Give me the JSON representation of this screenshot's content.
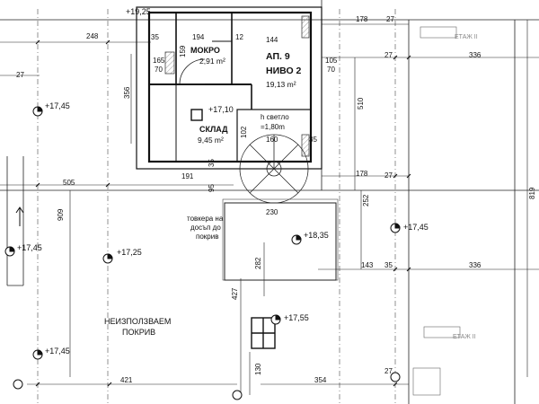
{
  "colors": {
    "ink": "#111111",
    "grid": "#777777",
    "hatch": "#bbbbbb",
    "background": "#ffffff"
  },
  "apartment": {
    "label": "АП. 9",
    "level": "НИВО 2",
    "area": "19,13 m²"
  },
  "rooms": {
    "mokro": {
      "name": "МОКРО",
      "area": "2,91 m²"
    },
    "sklad": {
      "name": "СКЛАД",
      "area": "9,45 m²"
    },
    "roof": {
      "line1": "НЕИЗПОЛЗВАЕМ",
      "line2": "ПОКРИВ"
    }
  },
  "notes": {
    "clear_height_1": "h светло",
    "clear_height_2": "=1,80m",
    "beam_1": "товкера на",
    "beam_2": "досъп до",
    "beam_3": "покрив",
    "neighbour_upper": "ЕТАЖ II",
    "neighbour_lower": "ЕТАЖ II"
  },
  "levels": {
    "top": "+19,25",
    "left_upper": "+17,45",
    "inner": "+17,10",
    "left_mid": "+17,45",
    "center_mid": "+17,25",
    "terrace": "+18,35",
    "right_mid": "+17,45",
    "stair_low": "+17,55",
    "left_low": "+17,45"
  },
  "dimensions": {
    "d248": "248",
    "d35a": "35",
    "d194": "194",
    "d12": "12",
    "d144": "144",
    "d178a": "178",
    "d27a": "27",
    "d336a": "336",
    "d27b": "27",
    "d356": "356",
    "d159": "159",
    "d165": "165",
    "d70a": "70",
    "d105": "105",
    "d70b": "70",
    "d510": "510",
    "d102": "102",
    "d160": "160",
    "d35b": "35",
    "d35c": "35",
    "d35d": "35",
    "d178b": "178",
    "d27c": "27",
    "d505": "505",
    "d191": "191",
    "d95": "95",
    "d230": "230",
    "d252": "252",
    "d819": "819",
    "d909": "909",
    "d27d": "27",
    "d143": "143",
    "d336b": "336",
    "d282": "282",
    "d427": "427",
    "d421": "421",
    "d130": "130",
    "d354": "354",
    "d27e": "27"
  }
}
